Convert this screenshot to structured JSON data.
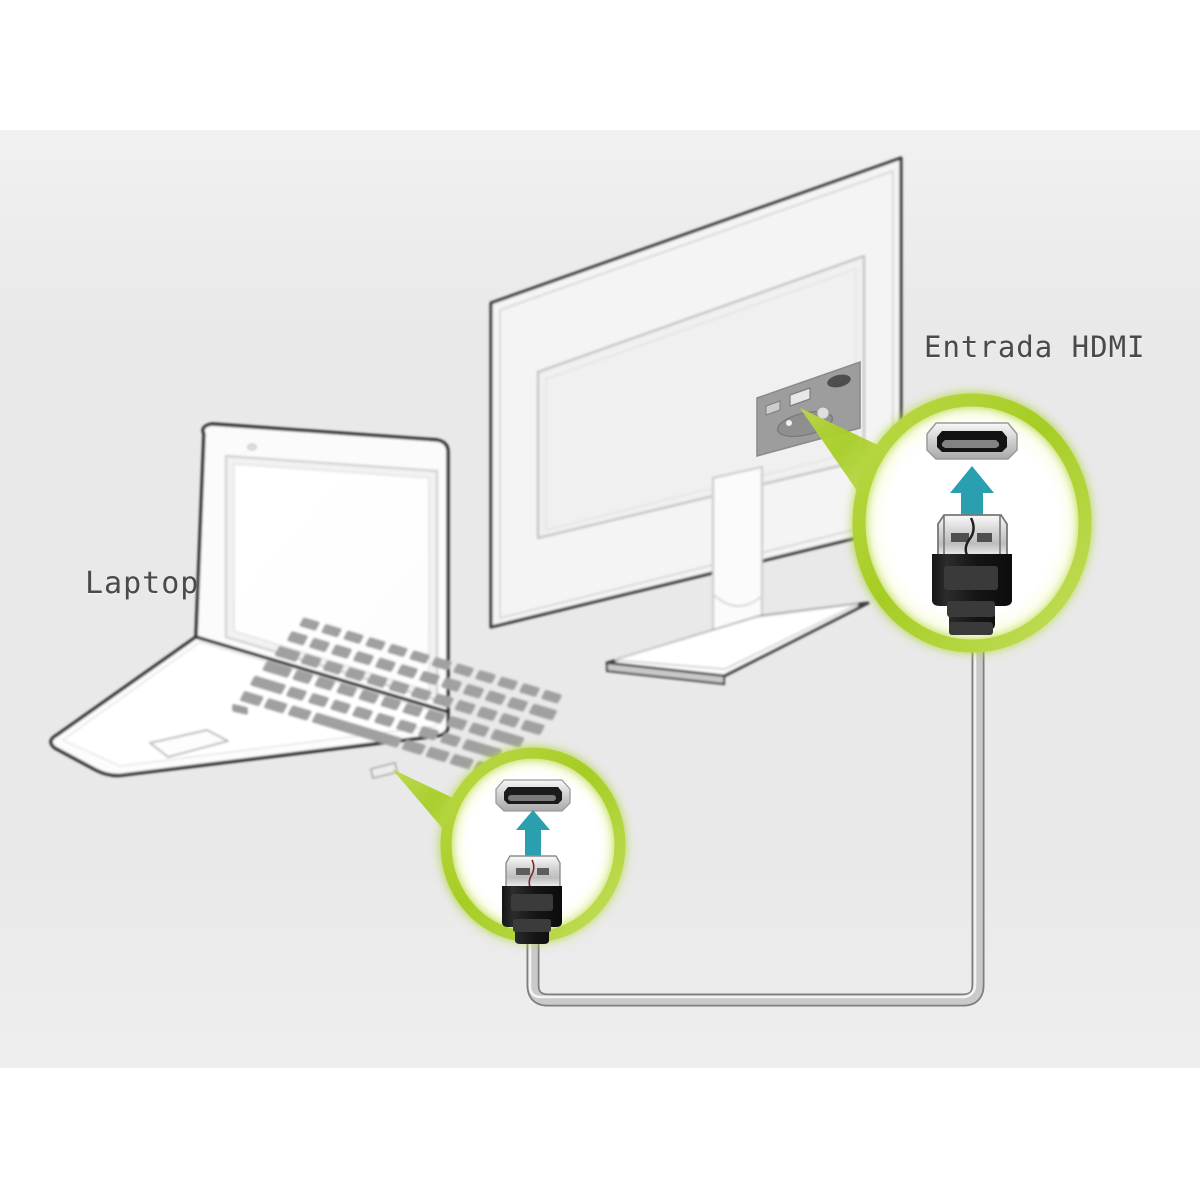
{
  "diagram": {
    "title": "HDMI connection diagram",
    "subject": "Connecting a laptop to an external monitor with an HDMI cable",
    "background_color": "#e9e9e9",
    "page_color": "#ffffff"
  },
  "labels": {
    "monitor_port": "Entrada HDMI",
    "laptop": "Laptop"
  },
  "colors": {
    "callout_ring": "#a9d02b",
    "callout_ring_light": "#c8e25f",
    "callout_fill": "#ffffff",
    "arrow": "#2a9fb0",
    "connector_body": "#1a1a1a",
    "connector_metal": "#cfcfcf",
    "cable": "#9a9a9a",
    "outline": "#333333",
    "label_text": "#4a4a4a",
    "port_panel": "#9b9b9b"
  },
  "devices": [
    {
      "id": "laptop",
      "name": "Laptop",
      "label": "Laptop",
      "view": "open, three-quarter isometric from the left",
      "style": "grey line-art sketch",
      "parts": [
        "screen",
        "bezel",
        "keyboard",
        "trackpad",
        "hdmi-port"
      ]
    },
    {
      "id": "monitor",
      "name": "External monitor",
      "label": "Entrada HDMI",
      "view": "rear three-quarter isometric",
      "style": "grey line-art sketch",
      "parts": [
        "panel",
        "rear-cover",
        "port-panel",
        "neck",
        "base"
      ]
    }
  ],
  "callouts": [
    {
      "id": "monitor-callout",
      "target": "monitor-hdmi-port",
      "label": "Entrada HDMI",
      "shape": "circle",
      "contents": [
        "hdmi-port",
        "up-arrow",
        "hdmi-plug"
      ],
      "size": "large"
    },
    {
      "id": "laptop-callout",
      "target": "laptop-hdmi-port",
      "label": "Laptop",
      "shape": "circle",
      "contents": [
        "hdmi-port",
        "up-arrow",
        "hdmi-plug"
      ],
      "size": "small"
    }
  ],
  "cable": {
    "type": "HDMI cable",
    "color": "#9a9a9a",
    "route": "from the laptop callout plug, down, right along the bottom, then up to the monitor callout plug"
  }
}
